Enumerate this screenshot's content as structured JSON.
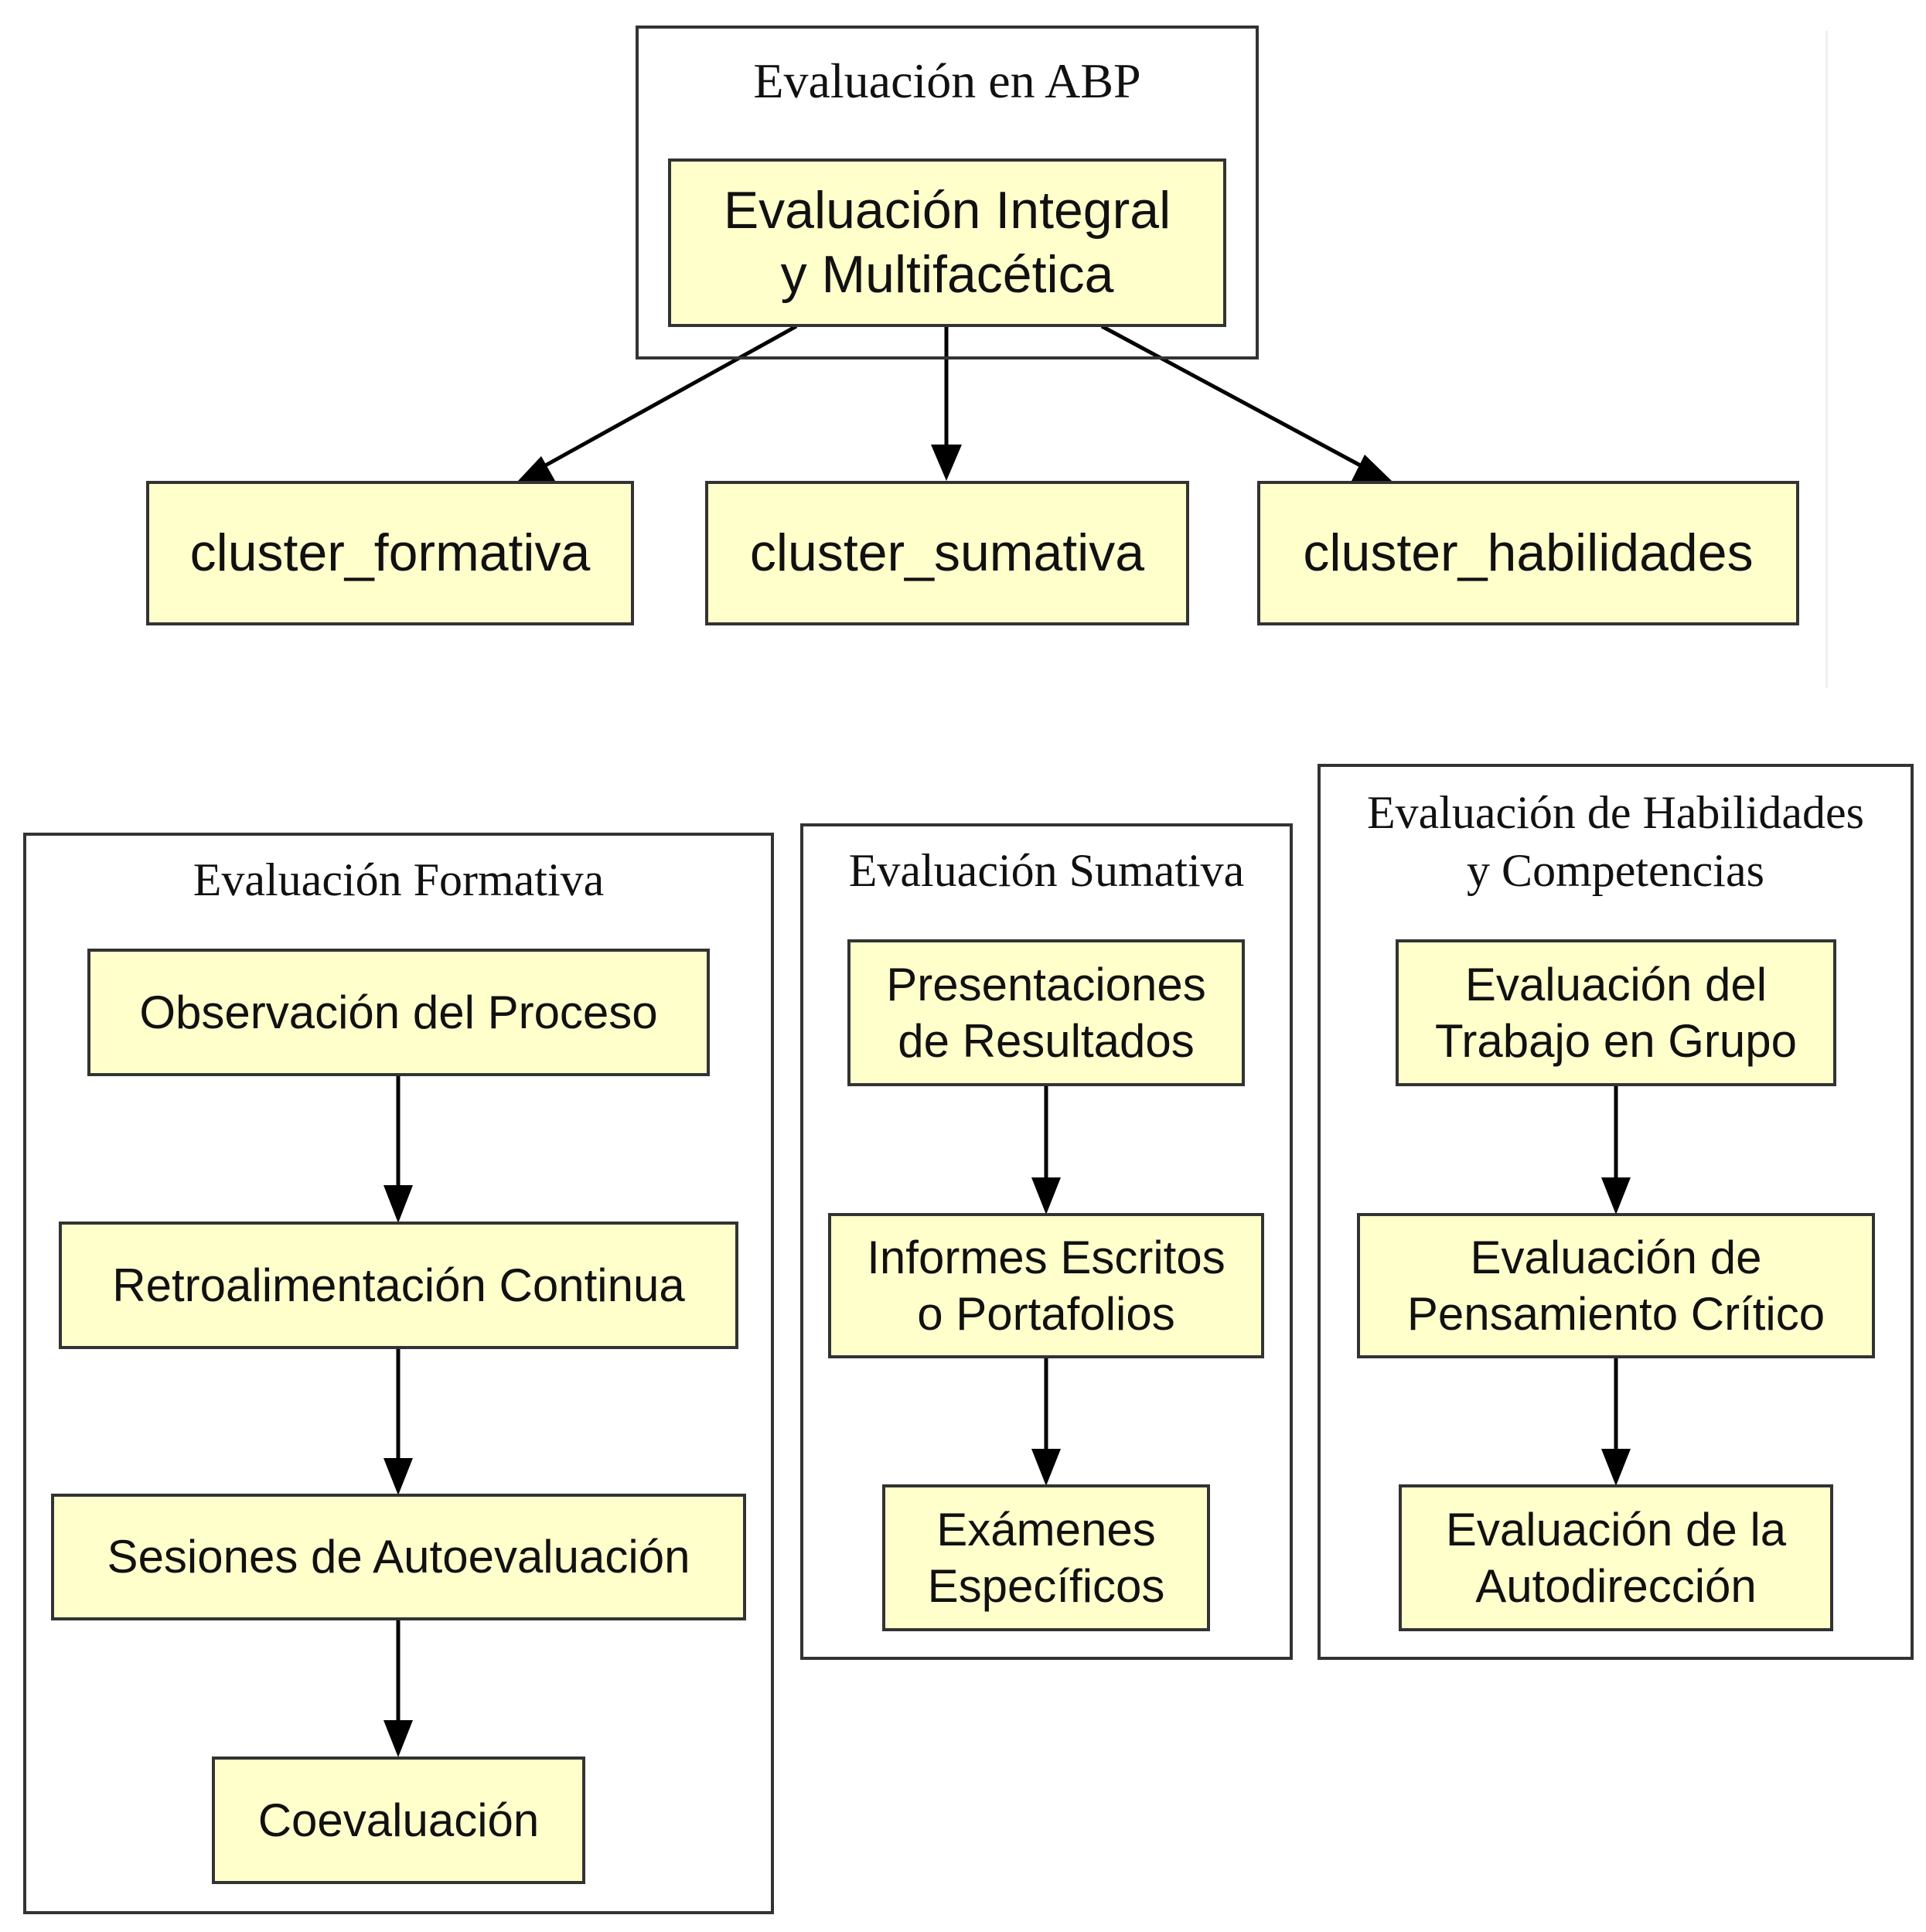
{
  "colors": {
    "node_fill": "#ffffcc",
    "border": "#333333",
    "edge": "#000000"
  },
  "top": {
    "cluster_title": "Evaluación en ABP",
    "root": [
      "Evaluación Integral",
      "y Multifacética"
    ],
    "children": [
      "cluster_formativa",
      "cluster_sumativa",
      "cluster_habilidades"
    ]
  },
  "formativa": {
    "title": "Evaluación Formativa",
    "nodes": [
      "Observación del Proceso",
      "Retroalimentación Continua",
      "Sesiones de Autoevaluación",
      "Coevaluación"
    ]
  },
  "sumativa": {
    "title": "Evaluación Sumativa",
    "nodes": [
      [
        "Presentaciones",
        "de Resultados"
      ],
      [
        "Informes Escritos",
        "o Portafolios"
      ],
      [
        "Exámenes",
        "Específicos"
      ]
    ]
  },
  "habilidades": {
    "title": [
      "Evaluación de Habilidades",
      "y Competencias"
    ],
    "nodes": [
      [
        "Evaluación del",
        "Trabajo en Grupo"
      ],
      [
        "Evaluación de",
        "Pensamiento Crítico"
      ],
      [
        "Evaluación de la",
        "Autodirección"
      ]
    ]
  }
}
